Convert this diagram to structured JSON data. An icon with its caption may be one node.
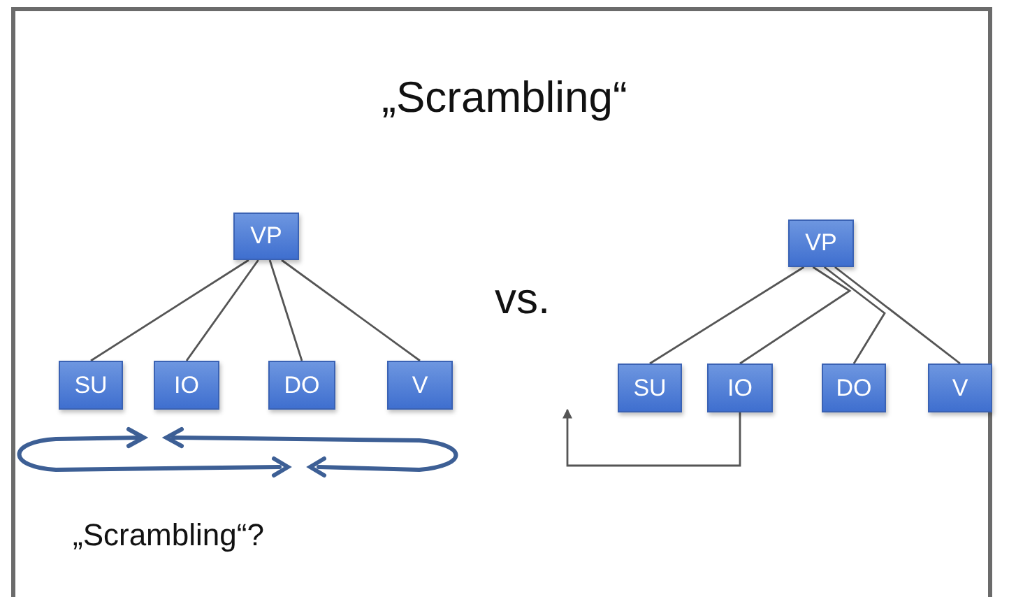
{
  "diagram": {
    "title": "„Scrambling“",
    "caption": "„Scrambling“?",
    "nodes": [
      {
        "text": [
          "VP"
        ]
      },
      {
        "text": [
          "SU"
        ]
      },
      {
        "text": [
          "IO"
        ]
      },
      {
        "text": [
          "DO"
        ]
      },
      {
        "text": [
          "V"
        ]
      },
      {
        "text": [
          "VP"
        ]
      },
      {
        "text": [
          "SU"
        ]
      },
      {
        "text": [
          "IO"
        ]
      },
      {
        "text": [
          "DO"
        ]
      },
      {
        "text": [
          "V"
        ]
      }
    ],
    "edges": [
      {
        "from": 0,
        "to": 1,
        "arrow": "none"
      },
      {
        "from": 0,
        "to": 2,
        "arrow": "none"
      },
      {
        "from": 0,
        "to": 3,
        "arrow": "none"
      },
      {
        "from": 0,
        "to": 4,
        "arrow": "none"
      },
      {
        "from": 5,
        "to": 6,
        "arrow": "none"
      },
      {
        "from": 5,
        "to": 7,
        "arrow": "none"
      },
      {
        "from": 5,
        "to": 8,
        "arrow": "none"
      },
      {
        "from": 5,
        "to": 9,
        "arrow": "none"
      },
      {
        "from": 7,
        "to": null,
        "arrow": "to"
      }
    ],
    "labels": [
      "vs."
    ]
  }
}
